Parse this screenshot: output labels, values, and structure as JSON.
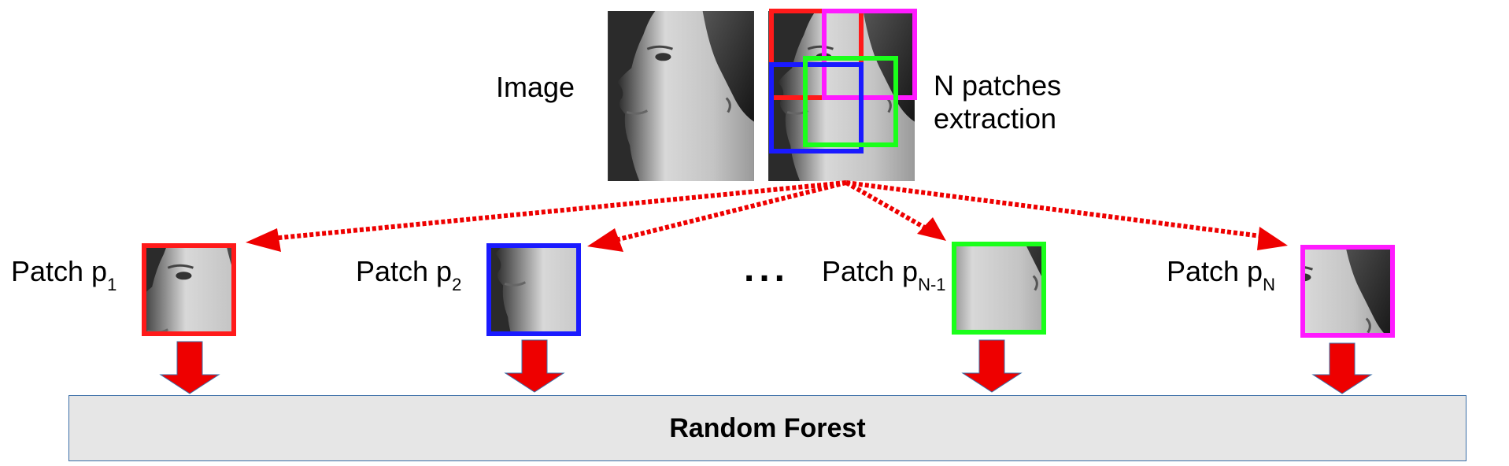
{
  "image_label": "Image",
  "extraction_label_line1": "N patches",
  "extraction_label_line2": "extraction",
  "patches": [
    {
      "text": "Patch p",
      "sub": "1",
      "color": "#ff1a1a"
    },
    {
      "text": "Patch p",
      "sub": "2",
      "color": "#1a1aff"
    },
    {
      "text": "Patch p",
      "sub": "N-1",
      "color": "#1aff1a"
    },
    {
      "text": "Patch p",
      "sub": "N",
      "color": "#ff1aff"
    }
  ],
  "ellipsis": "...",
  "forest_label": "Random Forest",
  "colors": {
    "arrow": "#ee0000",
    "box_fill": "#e6e6e6",
    "box_border": "#3c6fa8"
  }
}
